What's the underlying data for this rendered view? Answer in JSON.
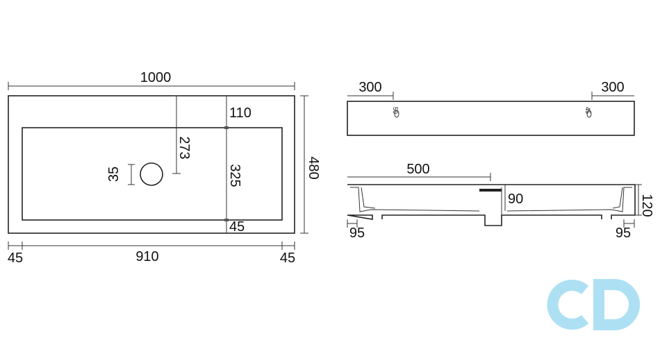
{
  "top_view": {
    "overall_width": "1000",
    "overall_depth": "480",
    "back_margin": "110",
    "drain_offset": "273",
    "basin_depth": "325",
    "front_margin": "45",
    "drain_diameter": "35",
    "left_margin": "45",
    "basin_width": "910",
    "right_margin": "45"
  },
  "front_view": {
    "left_tap_offset": "300",
    "right_tap_offset": "300",
    "left_tap_hole": "50",
    "right_tap_hole": "45"
  },
  "section_view": {
    "drain_position": "500",
    "basin_height": "90",
    "overall_height": "120",
    "left_wall": "95",
    "right_wall": "95"
  },
  "logo": {
    "text": "cd",
    "color": "#aee0f4"
  }
}
